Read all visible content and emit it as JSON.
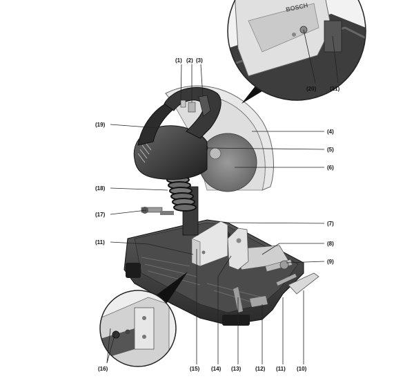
{
  "brand": {
    "logo_text": "BOSCH"
  },
  "callouts": {
    "c1": "(1)",
    "c2": "(2)",
    "c3": "(3)",
    "c4": "(4)",
    "c5": "(5)",
    "c6": "(6)",
    "c7": "(7)",
    "c8": "(8)",
    "c9": "(9)",
    "c10": "(10)",
    "c11a": "(11)",
    "c11b": "(11)",
    "c12": "(12)",
    "c13": "(13)",
    "c14": "(14)",
    "c15": "(15)",
    "c16": "(16)",
    "c17": "(17)",
    "c18": "(18)",
    "c19": "(19)",
    "c20": "(20)",
    "c21": "(21)"
  }
}
